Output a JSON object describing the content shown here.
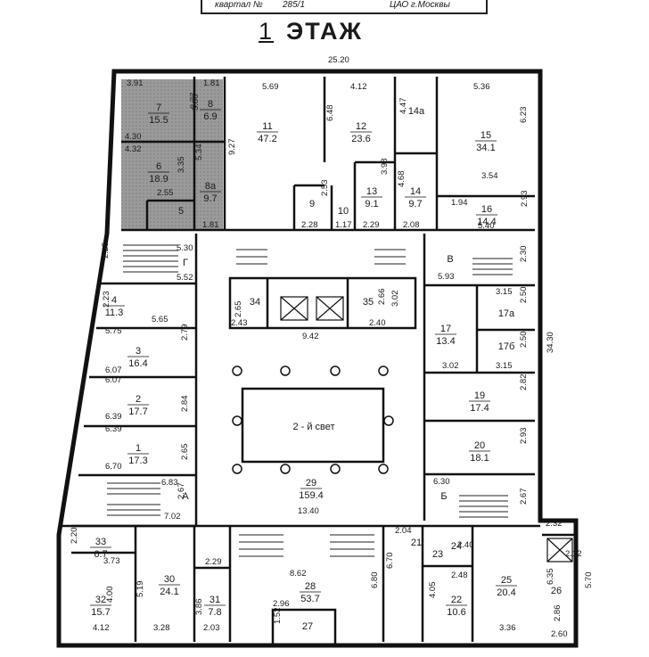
{
  "header": {
    "quarter_label": "квартал №",
    "quarter_value": "285/1",
    "district": "ЦАО г.Москвы"
  },
  "title": {
    "number": "1",
    "word": "ЭТАЖ"
  },
  "atrium_label": "2 - й свет",
  "rooms": [
    {
      "id": "7",
      "area": "15.5"
    },
    {
      "id": "8",
      "area": "6.9"
    },
    {
      "id": "6",
      "area": "18.9"
    },
    {
      "id": "8a",
      "area": "9.7"
    },
    {
      "id": "5",
      "area": ""
    },
    {
      "id": "11",
      "area": "47.2"
    },
    {
      "id": "12",
      "area": "23.6"
    },
    {
      "id": "14a",
      "area": ""
    },
    {
      "id": "15",
      "area": "34.1"
    },
    {
      "id": "9",
      "area": ""
    },
    {
      "id": "10",
      "area": ""
    },
    {
      "id": "13",
      "area": "9.1"
    },
    {
      "id": "14",
      "area": "9.7"
    },
    {
      "id": "16",
      "area": "14.4"
    },
    {
      "id": "Г",
      "area": ""
    },
    {
      "id": "В",
      "area": ""
    },
    {
      "id": "4",
      "area": "11.3"
    },
    {
      "id": "34",
      "area": ""
    },
    {
      "id": "35",
      "area": ""
    },
    {
      "id": "17",
      "area": "13.4"
    },
    {
      "id": "17а",
      "area": ""
    },
    {
      "id": "17б",
      "area": ""
    },
    {
      "id": "3",
      "area": "16.4"
    },
    {
      "id": "19",
      "area": "17.4"
    },
    {
      "id": "2",
      "area": "17.7"
    },
    {
      "id": "20",
      "area": "18.1"
    },
    {
      "id": "1",
      "area": "17.3"
    },
    {
      "id": "А",
      "area": ""
    },
    {
      "id": "29",
      "area": "159.4"
    },
    {
      "id": "Б",
      "area": ""
    },
    {
      "id": "33",
      "area": "6.7"
    },
    {
      "id": "30",
      "area": "24.1"
    },
    {
      "id": "31",
      "area": "7.8"
    },
    {
      "id": "28",
      "area": "53.7"
    },
    {
      "id": "21",
      "area": ""
    },
    {
      "id": "23",
      "area": ""
    },
    {
      "id": "24",
      "area": ""
    },
    {
      "id": "22",
      "area": "10.6"
    },
    {
      "id": "25",
      "area": "20.4"
    },
    {
      "id": "26",
      "area": ""
    },
    {
      "id": "27",
      "area": ""
    },
    {
      "id": "32",
      "area": "15.7"
    }
  ],
  "dimensions": [
    "25.20",
    "3.91",
    "1.81",
    "5.69",
    "4.12",
    "5.36",
    "3.77",
    "3.80",
    "6.48",
    "4.47",
    "6.23",
    "4.30",
    "4.32",
    "3.35",
    "5.34",
    "9.27",
    "3.98",
    "4.68",
    "3.54",
    "2.55",
    "2.53",
    "1.94",
    "2.93",
    "1.81",
    "2.28",
    "1.17",
    "2.29",
    "2.08",
    "5.40",
    "5.30",
    "2.25",
    "5.52",
    "5.93",
    "2.30",
    "2.23",
    "5.65",
    "2.65",
    "2.43",
    "2.66",
    "3.02",
    "2.40",
    "3.15",
    "2.50",
    "5.75",
    "2.79",
    "9.42",
    "3.02",
    "3.15",
    "2.50",
    "34.30",
    "6.07",
    "6.07",
    "2.84",
    "2.82",
    "6.39",
    "6.39",
    "2.93",
    "6.70",
    "2.65",
    "6.83",
    "2.67",
    "6.30",
    "2.67",
    "7.02",
    "13.40",
    "2.04",
    "2.32",
    "2.20",
    "3.73",
    "2.29",
    "8.62",
    "6.70",
    "2.40",
    "2.48",
    "2.12",
    "5.19",
    "4.00",
    "3.86",
    "6.80",
    "4.05",
    "6.35",
    "2.96",
    "1.52",
    "4.12",
    "3.28",
    "2.03",
    "3.36",
    "2.86",
    "2.60",
    "5.70"
  ]
}
